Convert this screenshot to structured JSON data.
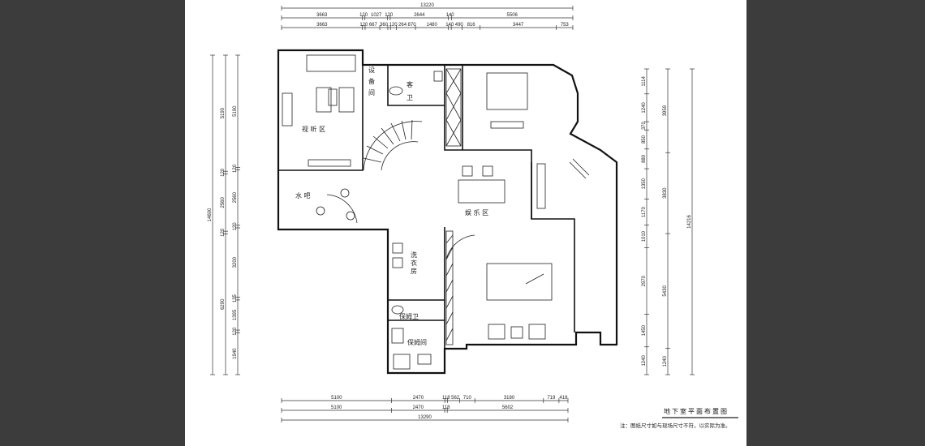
{
  "drawing": {
    "title": "地下室平面布置图",
    "note": "注：图纸尺寸如与现场尺寸不符，以实际为准。"
  },
  "rooms": {
    "av_area": "视 听 区",
    "equipment_room": "设备间",
    "guest_wc": "客卫",
    "water_bar": "水 吧",
    "entertainment_area": "娱 乐 区",
    "laundry": "洗衣房",
    "nanny_wc": "保姆卫",
    "nanny_room": "保姆间"
  },
  "dims": {
    "top": [
      [
        13220
      ],
      [
        3663,
        120,
        1027,
        120,
        2644,
        140,
        5506
      ],
      [
        3663,
        120,
        667,
        360,
        120,
        264,
        870,
        1480,
        140,
        490,
        816,
        3447,
        753
      ]
    ],
    "bottom": [
      [
        5100,
        2470,
        118,
        562,
        710,
        3180,
        719,
        418
      ],
      [
        5100,
        2470,
        118,
        5602
      ],
      [
        13290
      ]
    ],
    "left": [
      [
        14600
      ],
      [
        5190,
        120,
        2560,
        120,
        6290
      ],
      [
        5190,
        120,
        2560,
        120,
        3200,
        135,
        1395,
        120,
        1940
      ]
    ],
    "right": [
      [
        1114,
        1240,
        370,
        850,
        880,
        1350,
        1170,
        1010,
        2970,
        1450,
        1240
      ],
      [
        3959,
        3830,
        5430,
        1240
      ],
      [
        14216
      ]
    ]
  }
}
